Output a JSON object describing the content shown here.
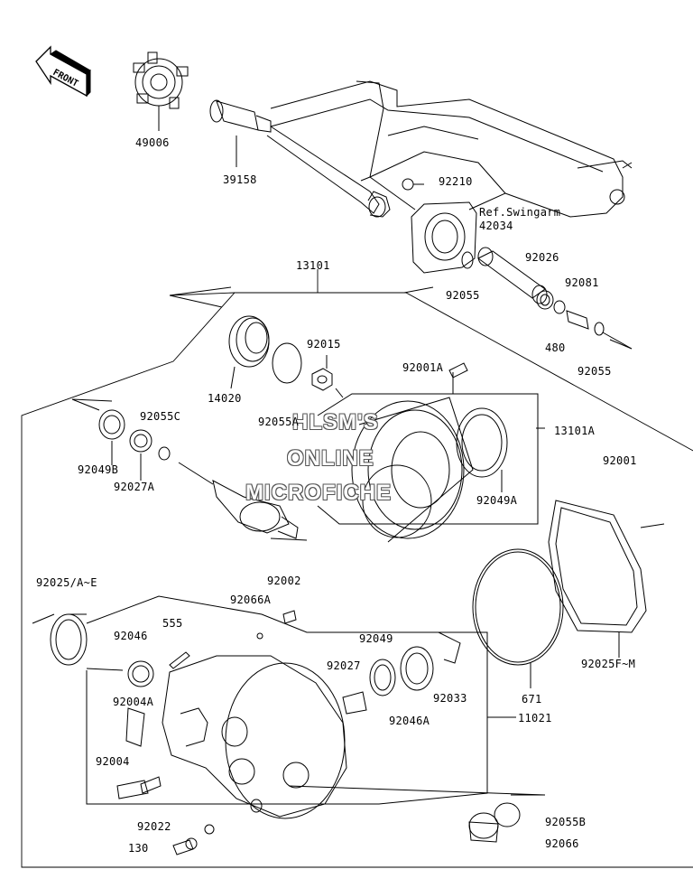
{
  "front_tag": "FRONT",
  "watermark": {
    "line1": "HLSM'S",
    "line2": "ONLINE",
    "line3": "MICROFICHE"
  },
  "ref_swingarm": "Ref.Swingarm",
  "parts": {
    "p49006": "49006",
    "p39158": "39158",
    "p92210": "92210",
    "p42034": "42034",
    "p13101": "13101",
    "p92026": "92026",
    "p92081": "92081",
    "p92055_top": "92055",
    "p480": "480",
    "p92055_right": "92055",
    "p92015": "92015",
    "p14020": "14020",
    "p92055A": "92055A",
    "p92001A": "92001A",
    "p92055C": "92055C",
    "p13101A": "13101A",
    "p92049B": "92049B",
    "p92027A": "92027A",
    "p92001": "92001",
    "p92049A": "92049A",
    "p92025AE": "92025/A~E",
    "p92002": "92002",
    "p92066A": "92066A",
    "p555": "555",
    "p92046": "92046",
    "p92049": "92049",
    "p92027": "92027",
    "p92033": "92033",
    "p92046A": "92046A",
    "p671": "671",
    "p92025FM": "92025F~M",
    "p92004A": "92004A",
    "p11021": "11021",
    "p92004": "92004",
    "p92022": "92022",
    "p130": "130",
    "p92055B": "92055B",
    "p92066": "92066"
  }
}
